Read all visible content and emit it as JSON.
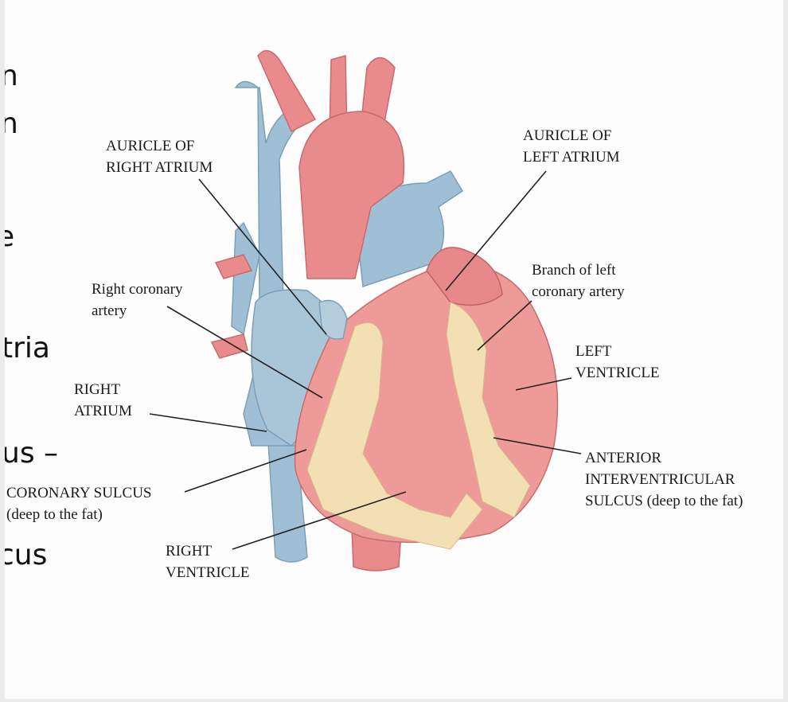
{
  "slide_text_fragments": [
    "n",
    "n",
    "e",
    "tria",
    "us –",
    "cus"
  ],
  "labels": {
    "auricle_right_atrium": [
      "AURICLE OF",
      "RIGHT ATRIUM"
    ],
    "auricle_left_atrium": [
      "AURICLE OF",
      "LEFT ATRIUM"
    ],
    "branch_left_coronary": [
      "Branch of left",
      "coronary artery"
    ],
    "right_coronary_artery": [
      "Right coronary",
      "artery"
    ],
    "left_ventricle": [
      "LEFT",
      "VENTRICLE"
    ],
    "right_atrium": [
      "RIGHT",
      "ATRIUM"
    ],
    "anterior_interventricular": [
      "ANTERIOR",
      "INTERVENTRICULAR",
      "SULCUS (deep to the fat)"
    ],
    "coronary_sulcus": [
      "CORONARY SULCUS",
      "(deep to the fat)"
    ],
    "right_ventricle": [
      "RIGHT",
      "VENTRICLE"
    ]
  },
  "colors": {
    "artery": "#e98a8c",
    "vein": "#9fc0d4",
    "muscle": "#ee9a98",
    "fat": "#f3dfb4"
  }
}
